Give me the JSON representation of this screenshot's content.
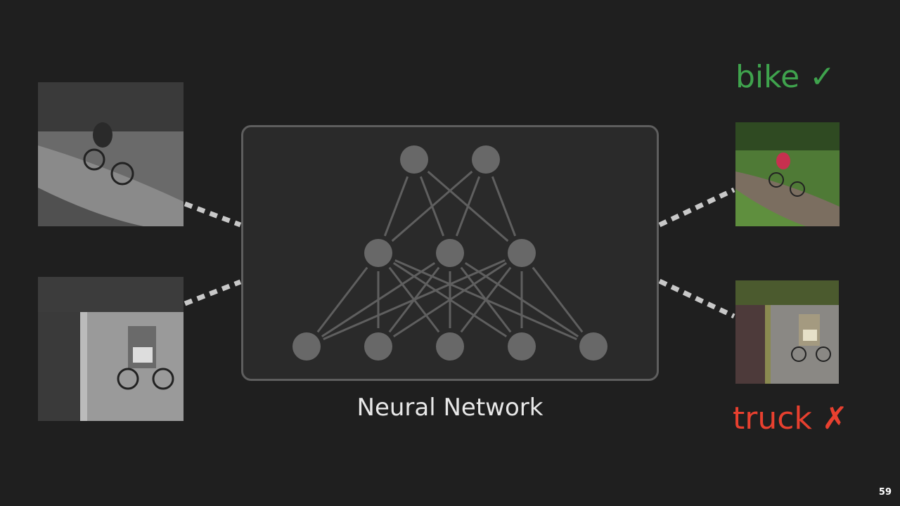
{
  "diagram": {
    "title": "Neural Network",
    "layers": [
      2,
      3,
      5
    ],
    "colors": {
      "node": "#686868",
      "edge": "#5f5f5f",
      "box_border": "#5e5e5e",
      "connector": "#c8c8c8"
    }
  },
  "inputs": [
    {
      "name": "bike-grayscale-photo"
    },
    {
      "name": "tricycle-grayscale-photo"
    }
  ],
  "outputs": [
    {
      "label": "bike",
      "mark": "✓",
      "color": "#3fa34d",
      "correct": true
    },
    {
      "label": "truck",
      "mark": "✗",
      "color": "#e8402f",
      "correct": false
    }
  ],
  "page_number": "59"
}
